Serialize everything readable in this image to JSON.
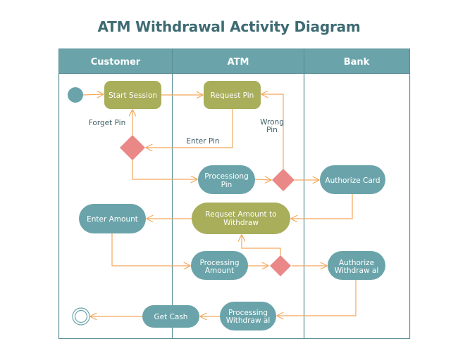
{
  "title": "ATM Withdrawal Activity Diagram",
  "colors": {
    "header": "#6aa4aa",
    "lane_border": "#5b8f95",
    "action_olive": "#a8ae5a",
    "action_teal": "#6aa4aa",
    "decision": "#e98886",
    "edge": "#f3a85c",
    "label_text": "#3e5e66"
  },
  "lanes": [
    {
      "id": "customer",
      "label": "Customer"
    },
    {
      "id": "atm",
      "label": "ATM"
    },
    {
      "id": "bank",
      "label": "Bank"
    }
  ],
  "nodes": {
    "start": {
      "type": "initial",
      "lane": "customer"
    },
    "start_session": {
      "type": "action",
      "lane": "customer",
      "style": "olive",
      "lines": [
        "Start Session"
      ]
    },
    "request_pin": {
      "type": "action",
      "lane": "atm",
      "style": "olive",
      "lines": [
        "Request Pin"
      ]
    },
    "decision_forget": {
      "type": "decision",
      "lane": "customer"
    },
    "processing_pin": {
      "type": "action",
      "lane": "atm",
      "style": "teal",
      "lines": [
        "Processiong",
        "Pin"
      ]
    },
    "decision_pin": {
      "type": "decision",
      "lane": "atm"
    },
    "authorize_card": {
      "type": "action",
      "lane": "bank",
      "style": "teal",
      "lines": [
        "Authorize Card"
      ]
    },
    "request_amount": {
      "type": "action",
      "lane": "atm",
      "style": "olive",
      "lines": [
        "Requset Amount to",
        "Withdraw"
      ]
    },
    "enter_amount": {
      "type": "action",
      "lane": "customer",
      "style": "teal",
      "lines": [
        "Enter Amount"
      ]
    },
    "processing_amount": {
      "type": "action",
      "lane": "atm",
      "style": "teal",
      "lines": [
        "Processing",
        "Amount"
      ]
    },
    "decision_amount": {
      "type": "decision",
      "lane": "atm"
    },
    "authorize_withdrawal": {
      "type": "action",
      "lane": "bank",
      "style": "teal",
      "lines": [
        "Authorize",
        "Withdraw al"
      ]
    },
    "processing_withdrawal": {
      "type": "action",
      "lane": "atm",
      "style": "teal",
      "lines": [
        "Processing",
        "Withdraw al"
      ]
    },
    "get_cash": {
      "type": "action",
      "lane": "customer",
      "style": "teal",
      "lines": [
        "Get Cash"
      ]
    },
    "end": {
      "type": "final",
      "lane": "customer"
    }
  },
  "edges": [
    {
      "from": "start",
      "to": "start_session",
      "label": ""
    },
    {
      "from": "start_session",
      "to": "request_pin",
      "label": ""
    },
    {
      "from": "request_pin",
      "to": "decision_forget",
      "label": "Enter Pin"
    },
    {
      "from": "decision_forget",
      "to": "start_session",
      "label": "Forget Pin"
    },
    {
      "from": "decision_forget",
      "to": "processing_pin",
      "label": ""
    },
    {
      "from": "processing_pin",
      "to": "decision_pin",
      "label": ""
    },
    {
      "from": "decision_pin",
      "to": "request_pin",
      "label": "Wrong Pin"
    },
    {
      "from": "decision_pin",
      "to": "authorize_card",
      "label": ""
    },
    {
      "from": "authorize_card",
      "to": "request_amount",
      "label": ""
    },
    {
      "from": "request_amount",
      "to": "enter_amount",
      "label": ""
    },
    {
      "from": "enter_amount",
      "to": "processing_amount",
      "label": ""
    },
    {
      "from": "processing_amount",
      "to": "decision_amount",
      "label": ""
    },
    {
      "from": "decision_amount",
      "to": "request_amount",
      "label": ""
    },
    {
      "from": "decision_amount",
      "to": "authorize_withdrawal",
      "label": ""
    },
    {
      "from": "authorize_withdrawal",
      "to": "processing_withdrawal",
      "label": ""
    },
    {
      "from": "processing_withdrawal",
      "to": "get_cash",
      "label": ""
    },
    {
      "from": "get_cash",
      "to": "end",
      "label": ""
    }
  ],
  "edge_labels": {
    "forget_pin": "Forget Pin",
    "enter_pin": "Enter Pin",
    "wrong_pin_line1": "Wrong",
    "wrong_pin_line2": "Pin"
  }
}
